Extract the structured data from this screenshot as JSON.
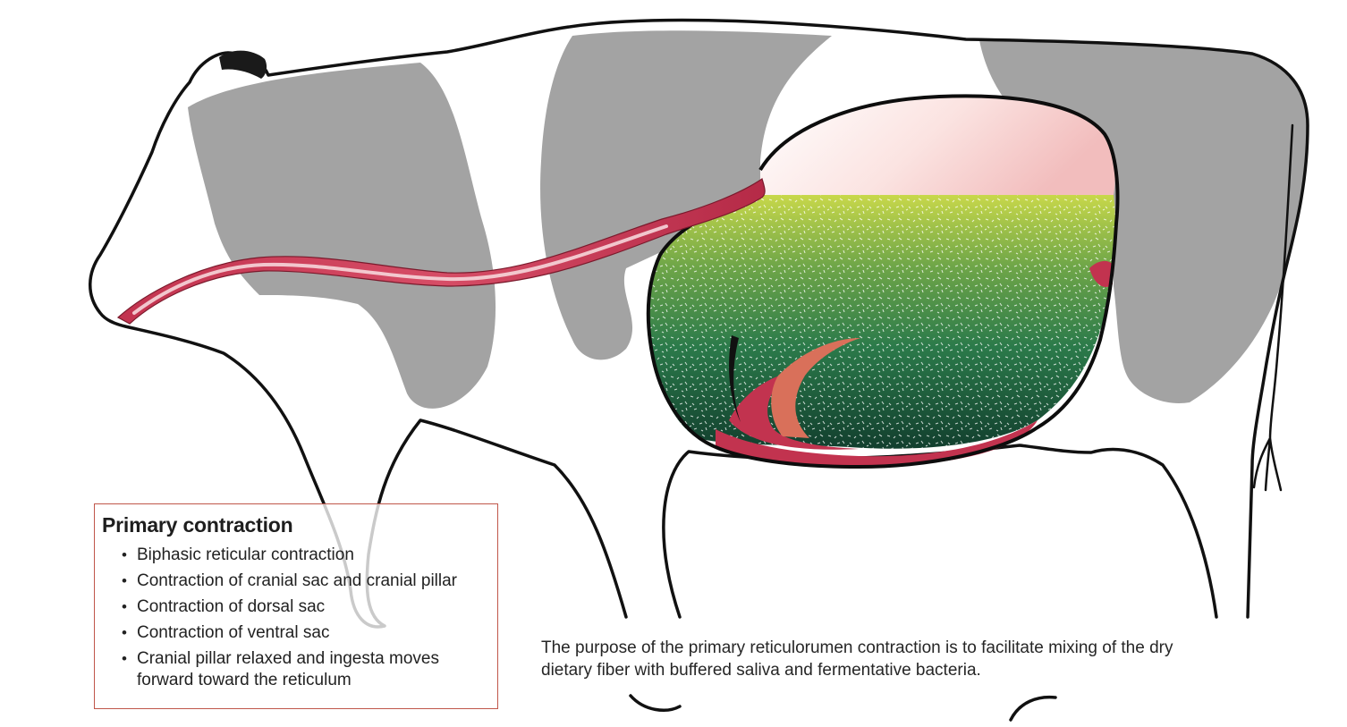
{
  "legend": {
    "title": "Primary contraction",
    "items": [
      "Biphasic reticular contraction",
      "Contraction of cranial sac and cranial pillar",
      "Contraction of dorsal sac",
      "Contraction of ventral sac",
      "Cranial pillar relaxed and ingesta moves forward toward the reticulum"
    ]
  },
  "caption": "The purpose of the primary reticulorumen contraction is to facilitate mixing of the dry dietary fiber with buffered saliva and fermentative bacteria.",
  "colors": {
    "cow_patch": "#a3a3a3",
    "outline": "#111111",
    "esophagus": "#c2334f",
    "esophagus_light": "#e9a9b1",
    "gas_cap": "#f2c4c4",
    "ingesta_light": "#c9d94a",
    "ingesta_dark": "#14503a",
    "pillar": "#d9705a",
    "box_border": "#c0564a"
  }
}
